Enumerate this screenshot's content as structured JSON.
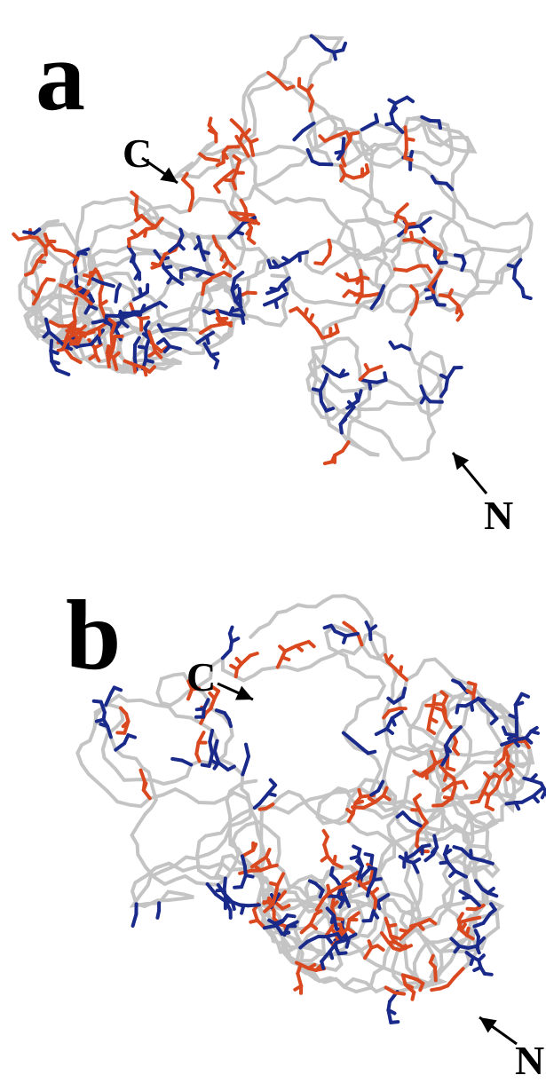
{
  "panels": [
    {
      "id": "a",
      "letter": "a",
      "c_label": "C",
      "n_label": "N"
    },
    {
      "id": "b",
      "letter": "b",
      "c_label": "C",
      "n_label": "N"
    }
  ],
  "colors": {
    "backbone": "#c4c4c4",
    "residue_red": "#d9481f",
    "residue_blue": "#1a2a8a",
    "text": "#000000"
  }
}
